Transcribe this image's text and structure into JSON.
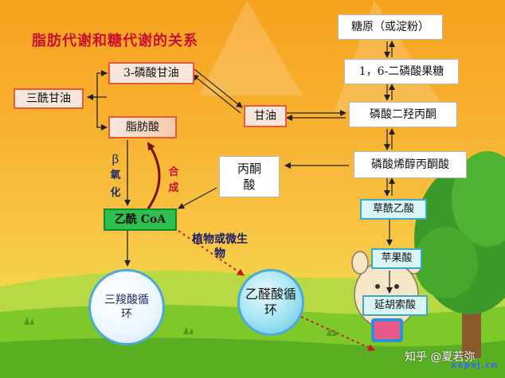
{
  "title": "脂肪代谢和糖代谢的关系",
  "nodes": {
    "triglyceride": "三酰甘油",
    "glycerol_3_phosphate": "3-磷酸甘油",
    "fatty_acid": "脂肪酸",
    "glycerol": "甘油",
    "glycogen": "糖原（或淀粉）",
    "fructose_bisphosphate": "1，6-二磷酸果糖",
    "dihydroxyacetone_phosphate": "磷酸二羟丙酮",
    "pyruvate": "丙酮酸",
    "phosphoenolpyruvate": "磷酸烯醇丙酮酸",
    "acetyl_coa": "乙酰 CoA",
    "oxaloacetate": "草酰乙酸",
    "malate": "苹果酸",
    "citrate": "延胡索酸",
    "tca_cycle": "三羧酸循环",
    "glyoxylate_cycle": "乙醛酸循环"
  },
  "labels": {
    "beta": "β",
    "oxidation_1": "氧",
    "oxidation_2": "化",
    "synthesis_1": "合",
    "synthesis_2": "成",
    "plants_microbes": "植物或微生物"
  },
  "watermark": {
    "zhihu": "知乎 @夏若弥",
    "site": "xxpxj.cn"
  },
  "colors": {
    "title": "#c8102e",
    "pink_border": "#e45a3a",
    "green_box": "#2fbf4f",
    "cyan_box": "#d8f6f8",
    "sky_top": "#f6a21e",
    "grass": "#7ec82a",
    "arrow_dark": "#222222",
    "arrow_red_dotted": "#cc1a1a"
  },
  "icons": [
    "pig-cartoon",
    "tree",
    "grass",
    "flower"
  ]
}
